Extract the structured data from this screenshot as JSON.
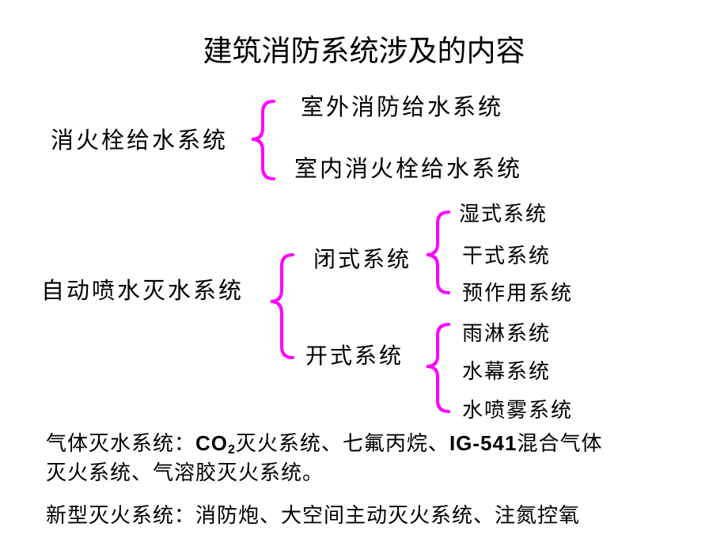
{
  "title": "建筑消防系统涉及的内容",
  "hydrant": {
    "label": "消火栓给水系统",
    "children": [
      "室外消防给水系统",
      "室内消火栓给水系统"
    ]
  },
  "sprinkler": {
    "label": "自动喷水灭水系统",
    "closed": {
      "label": "闭式系统",
      "children": [
        "湿式系统",
        "干式系统",
        "预作用系统"
      ]
    },
    "open": {
      "label": "开式系统",
      "children": [
        "雨淋系统",
        "水幕系统",
        "水喷雾系统"
      ]
    }
  },
  "gas": {
    "prefix": "气体灭水系统：",
    "co2_main": "CO",
    "co2_sub": "2",
    "part2": "灭火系统、七氟丙烷、",
    "ig": "IG-541",
    "part3": "混合气体",
    "line2": "灭火系统、气溶胶灭火系统。"
  },
  "new_type": "新型灭火系统：消防炮、大空间主动灭火系统、注氮控氧",
  "colors": {
    "brace": "#ff00ff",
    "text": "#000000"
  }
}
